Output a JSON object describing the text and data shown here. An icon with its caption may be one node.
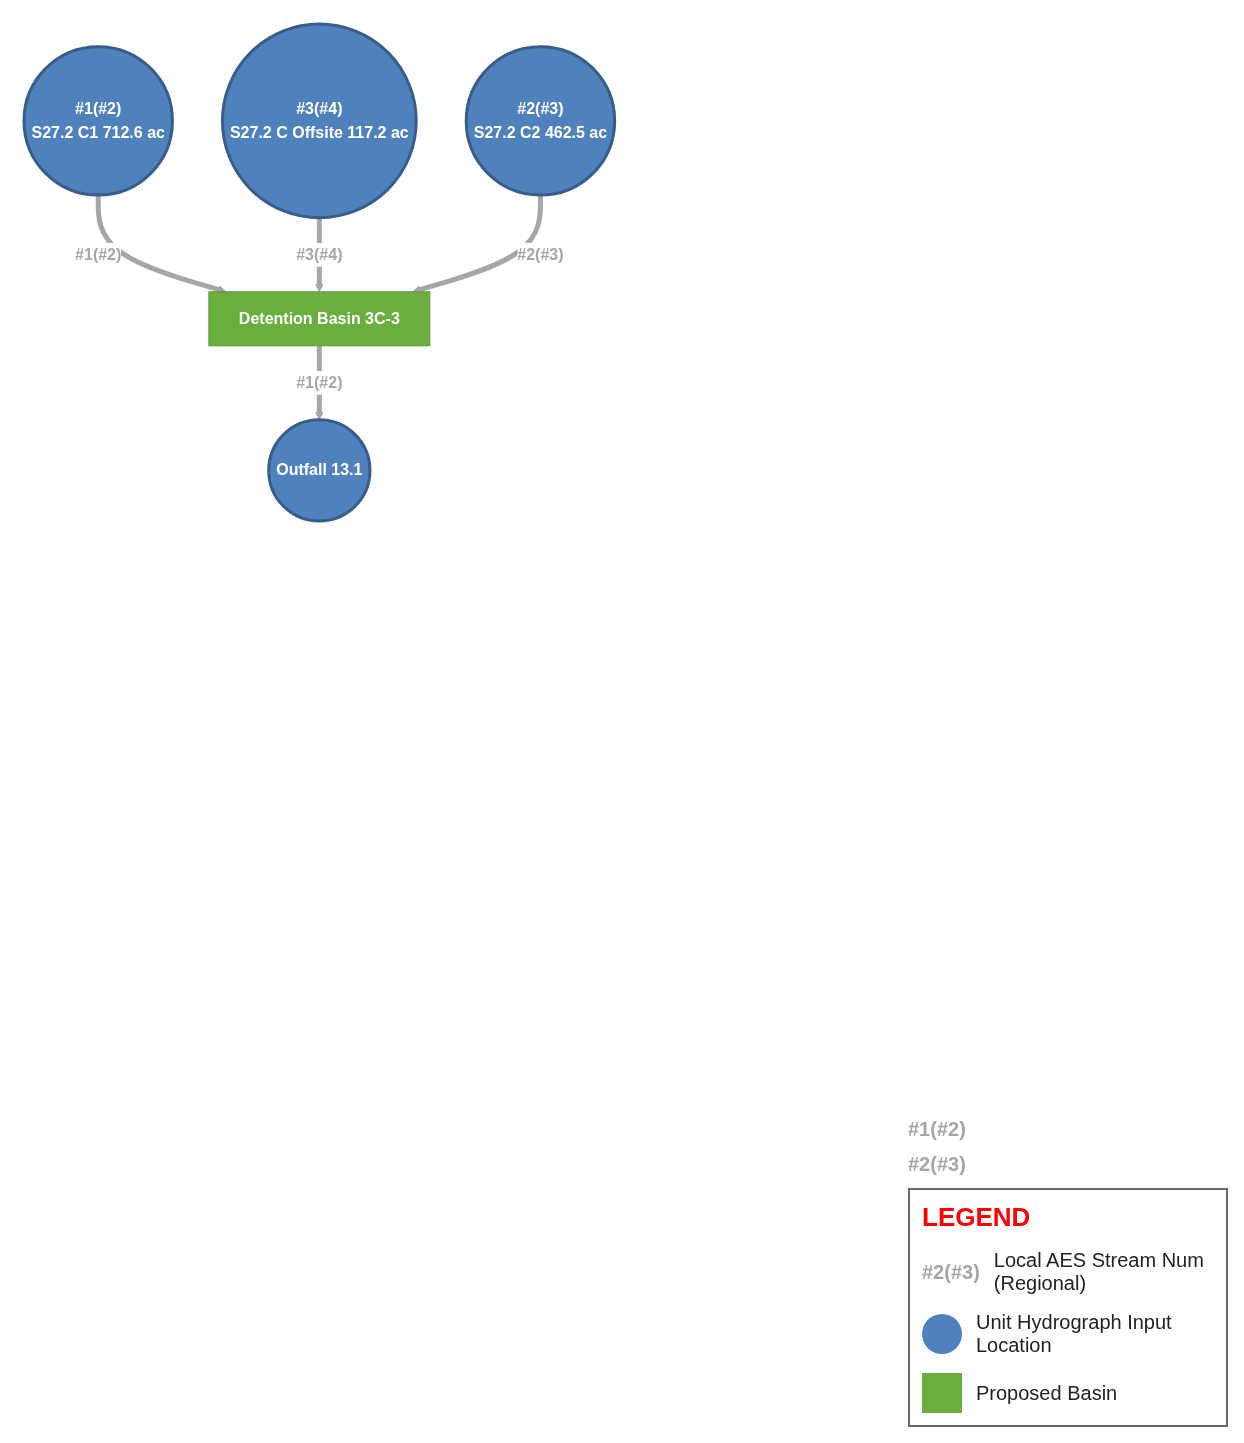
{
  "diagram": {
    "nodes": [
      {
        "text": [
          "#1(#2)",
          "S27.2 C1 712.6 ac"
        ]
      },
      {
        "text": [
          "#3(#4)",
          "S27.2 C Offsite 117.2 ac"
        ]
      },
      {
        "text": [
          "#2(#3)",
          "S27.2 C2 462.5 ac"
        ]
      },
      {
        "text": [
          "Detention Basin 3C-3"
        ]
      },
      {
        "text": [
          "Outfall 13.1"
        ]
      }
    ],
    "edges": [
      {
        "from": 0,
        "to": 3,
        "arrow": "to",
        "label": "#1(#2)"
      },
      {
        "from": 1,
        "to": 3,
        "arrow": "to",
        "label": "#3(#4)"
      },
      {
        "from": 2,
        "to": 3,
        "arrow": "to",
        "label": "#2(#3)"
      },
      {
        "from": 3,
        "to": 4,
        "arrow": "to",
        "label": "#1(#2)"
      }
    ],
    "labels": [
      "#1(#2)",
      "#2(#3)",
      "LEGEND",
      "#2(#3)"
    ],
    "legend": [
      {
        "text": "Local AES Stream Num (Regional)"
      },
      {
        "text": "Unit Hydrograph Input Location",
        "color": "#4f81bd"
      },
      {
        "text": "Proposed Basin",
        "color": "#6aaf3d"
      }
    ]
  }
}
